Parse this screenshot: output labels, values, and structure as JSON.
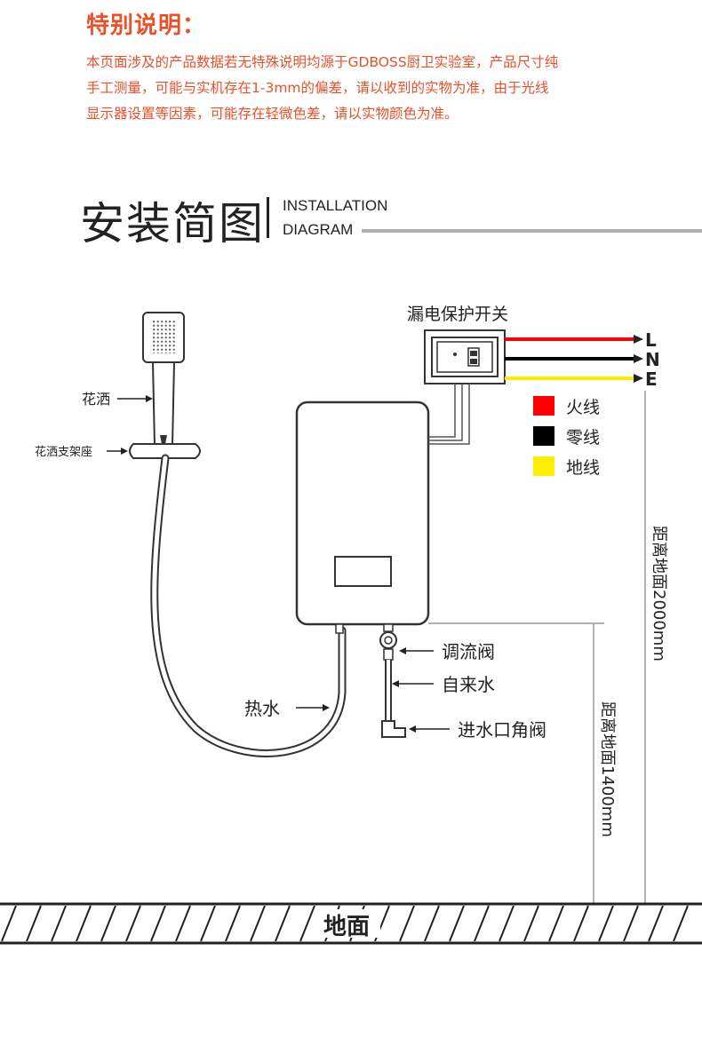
{
  "notice": {
    "title": "特别说明：",
    "lines": [
      "本页面涉及的产品数据若无特殊说明均源于GDBOSS厨卫实验室，产品尺寸纯",
      "手工测量，可能与实机存在1-3mm的偏差，请以收到的实物为准，由于光线",
      "显示器设置等因素，可能存在轻微色差，请以实物颜色为准。"
    ]
  },
  "section": {
    "title_cn": "安装简图",
    "title_en_1": "INSTALLATION",
    "title_en_2": "DIAGRAM"
  },
  "diagram": {
    "switch_label": "漏电保护开关",
    "wire_letters": [
      "L",
      "N",
      "E"
    ],
    "legend": [
      {
        "label": "火线",
        "color": "#ff0000"
      },
      {
        "label": "零线",
        "color": "#000000"
      },
      {
        "label": "地线",
        "color": "#ffee00"
      }
    ],
    "showerhead_label": "花洒",
    "bracket_label": "花洒支架座",
    "valve_label": "调流阀",
    "tap_water_label": "自来水",
    "angle_valve_label": "进水口角阀",
    "hot_water_label": "热水",
    "height_2000_label": "距离地面2000mm",
    "height_1400_label": "距离地面1400mm",
    "ground_label": "地面"
  }
}
